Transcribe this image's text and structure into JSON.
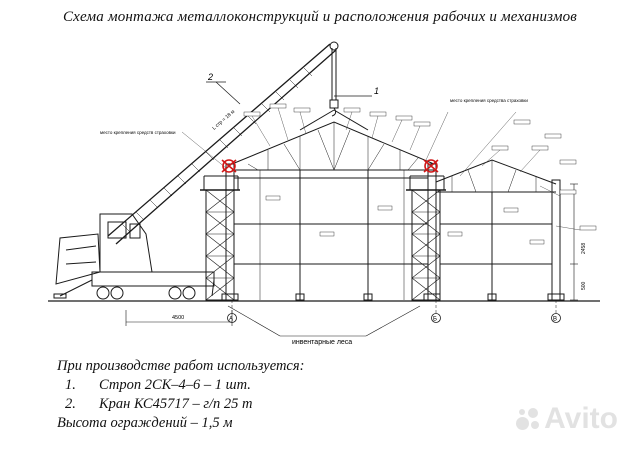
{
  "title": "Схема монтажа металлоконструкций и расположения рабочих и механизмов",
  "callouts": {
    "crane_number": "2",
    "sling_number": "1"
  },
  "labels": {
    "crane_fastening_left": "место крепления средств страховки",
    "crane_fastening_right": "место крепления средства страховки",
    "boom_length": "L стр = 18 м",
    "scaffolding": "инвентарные леса",
    "dim_span": "4500",
    "dim_height_a": "2458",
    "dim_height_b": "500",
    "axis_a": "А",
    "axis_b": "Б",
    "axis_v": "В"
  },
  "notes": {
    "heading": "При производстве работ используется:",
    "items": [
      {
        "num": "1.",
        "text": "Строп 2СК–4–6 – 1 шт."
      },
      {
        "num": "2.",
        "text": "Кран КС45717 – г/п 25 т"
      }
    ],
    "footer": "Высота ограждений – 1,5 м"
  },
  "watermark": "Avito",
  "colors": {
    "line": "#1a1a1a",
    "crane_fill": "#ffffff",
    "highlight": "#d01818",
    "watermark": "#969696"
  }
}
